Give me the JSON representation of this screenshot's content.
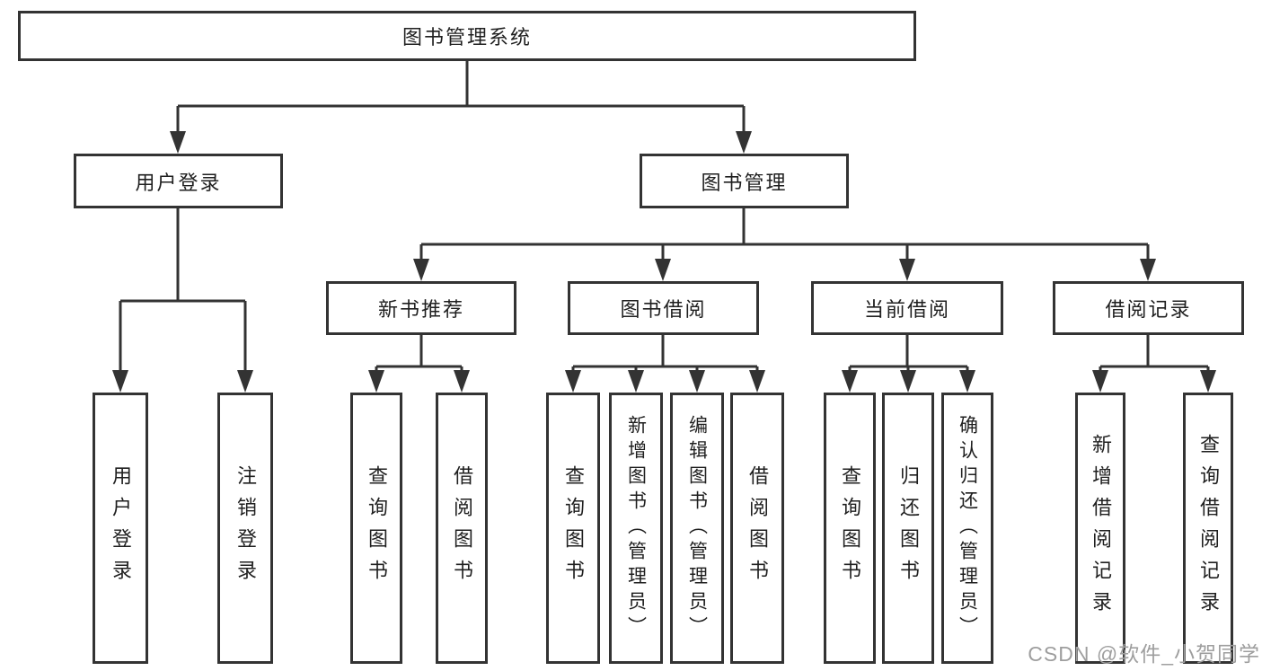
{
  "colors": {
    "background": "#ffffff",
    "line": "#333333",
    "box_border": "#333333",
    "text": "#1f1f1f",
    "watermark": "#9e9e9e"
  },
  "watermark": {
    "text": "CSDN @软件_小贺同学"
  },
  "tree": {
    "root": {
      "label": "图书管理系统"
    },
    "level2": [
      {
        "label": "用户登录"
      },
      {
        "label": "图书管理"
      }
    ],
    "level3": [
      {
        "label": "新书推荐"
      },
      {
        "label": "图书借阅"
      },
      {
        "label": "当前借阅"
      },
      {
        "label": "借阅记录"
      }
    ],
    "leaves": {
      "user_login": [
        {
          "label": "用户登录"
        },
        {
          "label": "注销登录"
        }
      ],
      "new_book": [
        {
          "label": "查询图书"
        },
        {
          "label": "借阅图书"
        }
      ],
      "book_borrow": [
        {
          "label": "查询图书"
        },
        {
          "label": "新增图书（管理员）"
        },
        {
          "label": "编辑图书（管理员）"
        },
        {
          "label": "借阅图书"
        }
      ],
      "current_borrow": [
        {
          "label": "查询图书"
        },
        {
          "label": "归还图书"
        },
        {
          "label": "确认归还（管理员）"
        }
      ],
      "borrow_record": [
        {
          "label": "新增借阅记录"
        },
        {
          "label": "查询借阅记录"
        }
      ]
    }
  }
}
